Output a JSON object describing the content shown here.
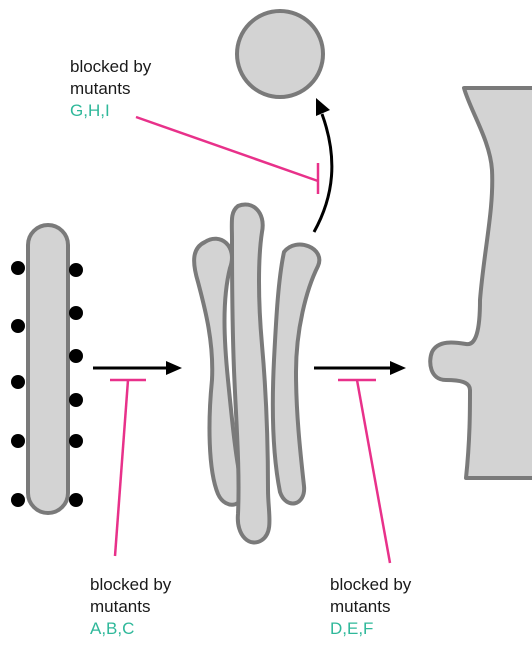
{
  "labels": {
    "top": {
      "line1": "blocked by",
      "line2": "mutants",
      "mutants": "G,H,I"
    },
    "left": {
      "line1": "blocked by",
      "line2": "mutants",
      "mutants": "A,B,C"
    },
    "right": {
      "line1": "blocked by",
      "line2": "mutants",
      "mutants": "D,E,F"
    }
  },
  "colors": {
    "organelle_fill": "#d3d3d3",
    "organelle_stroke": "#7a7a7a",
    "arrow": "#000000",
    "inhibition": "#e8318a",
    "mutant_text": "#2fb89a"
  }
}
